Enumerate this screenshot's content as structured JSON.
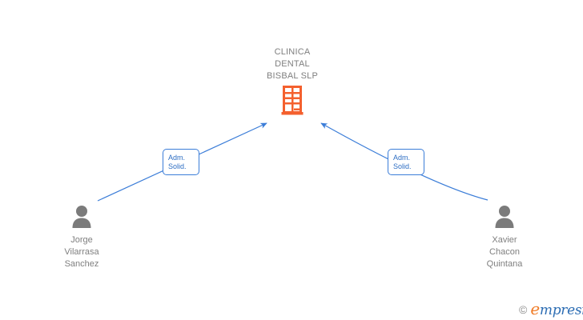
{
  "diagram": {
    "type": "org-relationship-graph",
    "background_color": "#ffffff",
    "company": {
      "name": "CLINICA\nDENTAL\nBISBAL  SLP",
      "icon": "building-icon",
      "icon_color": "#f4602e",
      "text_color": "#7f7f7f"
    },
    "people": [
      {
        "name": "Jorge\nVilarrasa\nSanchez",
        "icon": "person-icon",
        "icon_color": "#7b7b7b",
        "text_color": "#7f7f7f",
        "side": "left"
      },
      {
        "name": "Xavier\nChacon\nQuintana",
        "icon": "person-icon",
        "icon_color": "#7b7b7b",
        "text_color": "#7f7f7f",
        "side": "right"
      }
    ],
    "relations": [
      {
        "line1": "Adm.",
        "line2": "Solid.",
        "color": "#2f6fc4",
        "border_color": "#3b7dd8",
        "side": "left"
      },
      {
        "line1": "Adm.",
        "line2": "Solid.",
        "color": "#2f6fc4",
        "border_color": "#3b7dd8",
        "side": "right"
      }
    ],
    "edges": {
      "color": "#3b7dd8",
      "arrow_target": "company"
    }
  },
  "watermark": {
    "copyright": "©",
    "brand_initial": "e",
    "brand_rest": "mpresia",
    "initial_color": "#f07c28",
    "rest_color": "#2b6cb3"
  }
}
